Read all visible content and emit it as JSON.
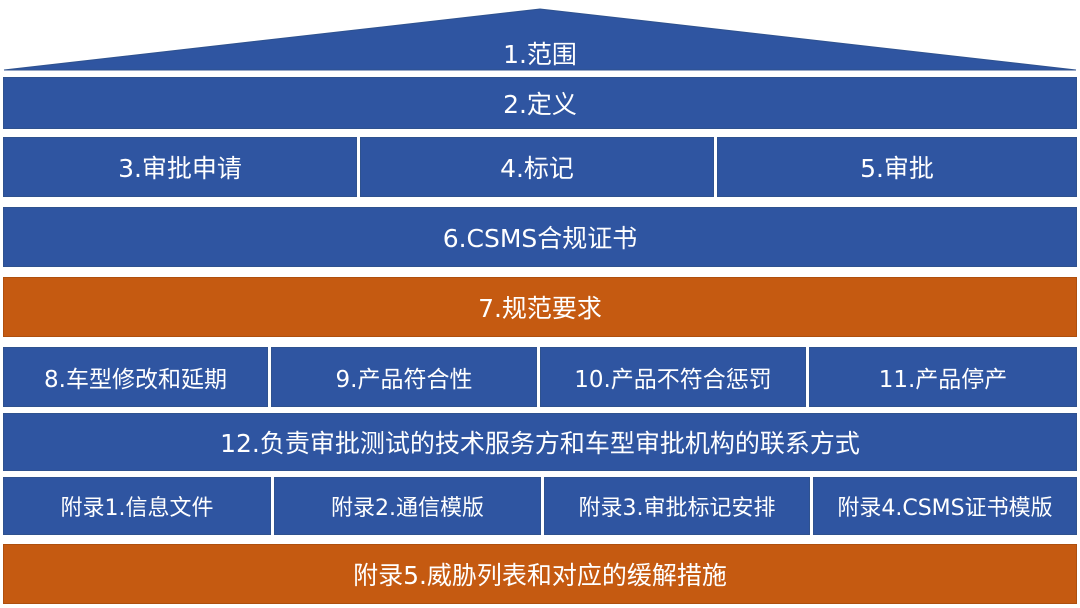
{
  "colors": {
    "blue": "#2f55a1",
    "orange": "#c55a11",
    "background": "#ffffff"
  },
  "roof": {
    "label": "1.范围"
  },
  "row_definition": {
    "label": "2.定义"
  },
  "row_approval": {
    "items": [
      "3.审批申请",
      "4.标记",
      "5.审批"
    ]
  },
  "row_certificate": {
    "label": "6.CSMS合规证书"
  },
  "row_requirements": {
    "label": "7.规范要求"
  },
  "row_product": {
    "items": [
      "8.车型修改和延期",
      "9.产品符合性",
      "10.产品不符合惩罚",
      "11.产品停产"
    ]
  },
  "row_contact": {
    "label": "12.负责审批测试的技术服务方和车型审批机构的联系方式"
  },
  "row_annex": {
    "items": [
      "附录1.信息文件",
      "附录2.通信模版",
      "附录3.审批标记安排",
      "附录4.CSMS证书模版"
    ]
  },
  "row_annex5": {
    "label": "附录5.威胁列表和对应的缓解措施"
  }
}
